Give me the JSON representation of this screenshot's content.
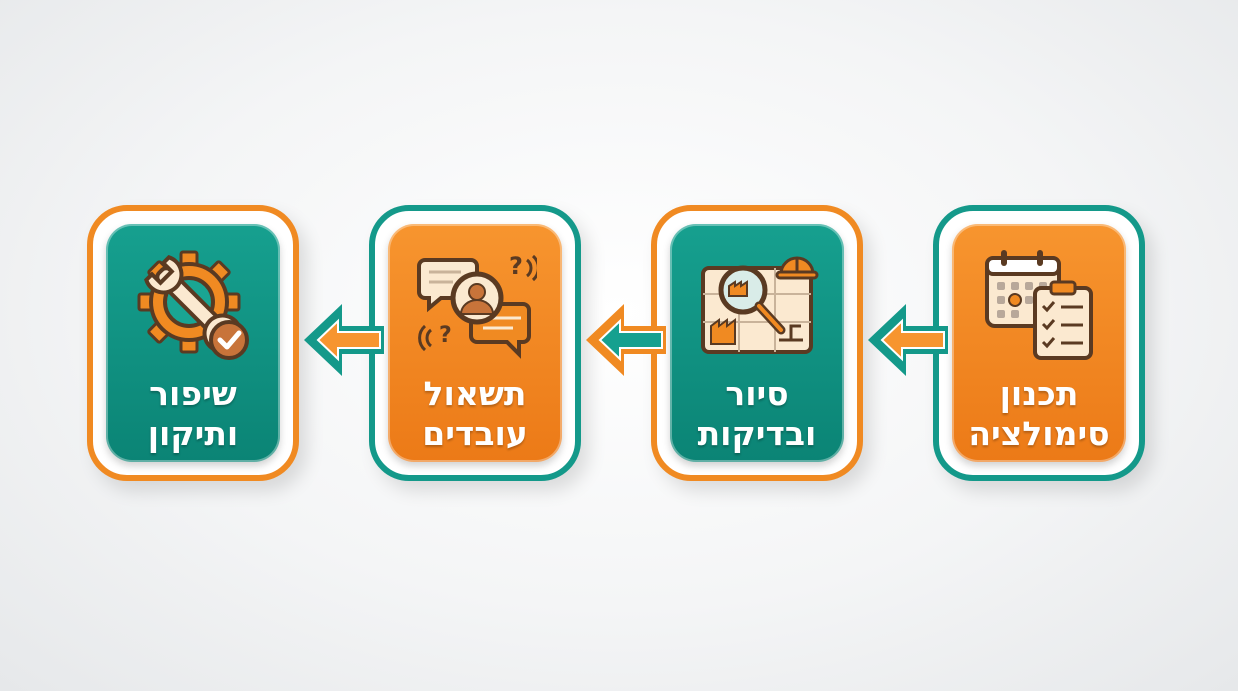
{
  "flow_direction": "right-to-left",
  "colors": {
    "orange": "#f08a22",
    "teal": "#14998a",
    "icon_dark": "#5a3a22",
    "icon_cream": "#fbe9d0"
  },
  "steps": [
    {
      "tile_color": "orange",
      "frame_color": "teal",
      "icon": "calendar-checklist-icon",
      "label_line1": "תכנון",
      "label_line2": "סימולציה"
    },
    {
      "tile_color": "teal",
      "frame_color": "orange",
      "icon": "blueprint-magnifier-helmet-icon",
      "label_line1": "סיור",
      "label_line2": "ובדיקות"
    },
    {
      "tile_color": "orange",
      "frame_color": "teal",
      "icon": "worker-speech-bubbles-icon",
      "label_line1": "תשאול",
      "label_line2": "עובדים"
    },
    {
      "tile_color": "teal",
      "frame_color": "orange",
      "icon": "gear-wrench-check-icon",
      "label_line1": "שיפור",
      "label_line2": "ותיקון"
    }
  ]
}
